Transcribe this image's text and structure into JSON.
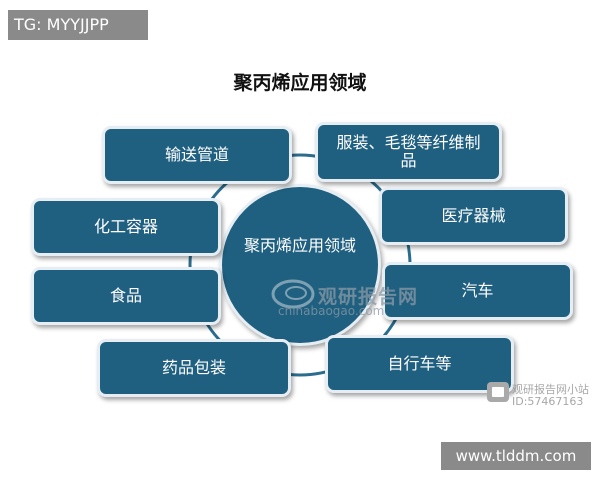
{
  "tg_badge": "TG: MYYJJPP",
  "title": "聚丙烯应用领域",
  "center_label": "聚丙烯应用领域",
  "nodes": {
    "shu_song": "输送管道",
    "fuzhuang": "服装、毛毯等纤维制品",
    "huagong": "化工容器",
    "yiliao": "医疗器械",
    "shipin": "食品",
    "qiche": "汽车",
    "yaopin": "药品包装",
    "zixingche": "自行车等"
  },
  "watermark": {
    "brand": "观研报告网",
    "url": "chinabaogao.com",
    "account_name": "观研报告网小站",
    "account_id": "ID:57467163"
  },
  "site_badge": "www.tlddm.com",
  "colors": {
    "node_fill": "#1f5f80",
    "node_border": "#e6eef3",
    "connector": "#2a6d8c"
  }
}
